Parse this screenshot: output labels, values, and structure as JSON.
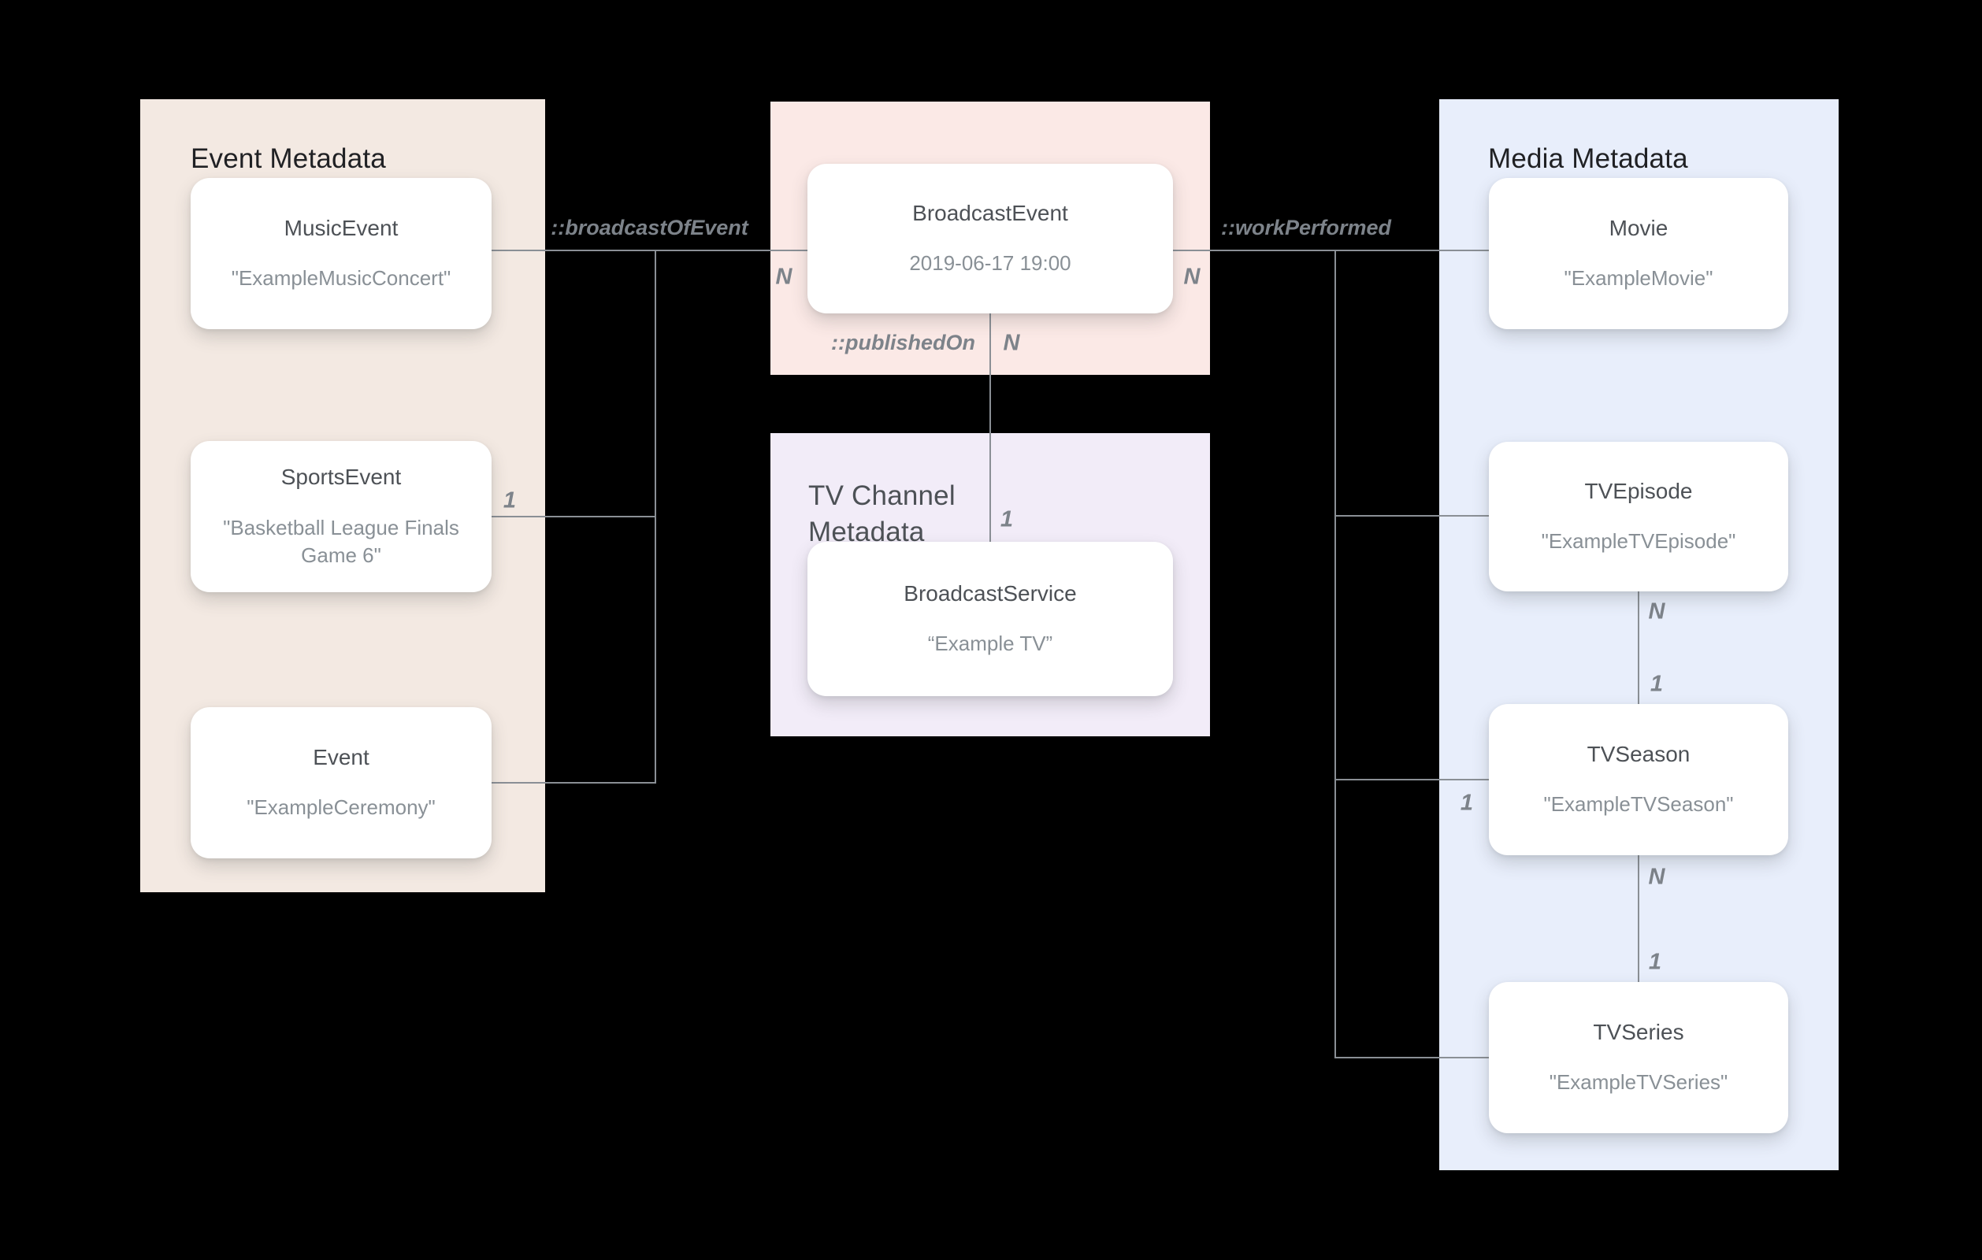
{
  "colors": {
    "canvas-bg": "#000000",
    "panel-event-bg": "#F3E9E2",
    "panel-broadcast-bg": "#FBE9E6",
    "panel-tvchannel-bg": "#F2ECF8",
    "panel-media-bg": "#E8EEFB",
    "card-bg": "#FFFFFF",
    "line": "#8A8F95",
    "title-dark": "#202124",
    "title-medium": "#4D5156",
    "card-title": "#4D5156",
    "card-value": "#899096",
    "label": "#7D838A"
  },
  "panels": {
    "event": {
      "title": "Event Metadata"
    },
    "tv_channel": {
      "title": "TV Channel Metadata"
    },
    "media": {
      "title": "Media Metadata"
    }
  },
  "nodes": {
    "music_event": {
      "name": "MusicEvent",
      "value": "\"ExampleMusicConcert\""
    },
    "sports_event": {
      "name": "SportsEvent",
      "value": "\"Basketball League Finals Game 6\""
    },
    "event": {
      "name": "Event",
      "value": "\"ExampleCeremony\""
    },
    "broadcast_event": {
      "name": "BroadcastEvent",
      "value": "2019-06-17 19:00"
    },
    "broadcast_service": {
      "name": "BroadcastService",
      "value": "“Example TV”"
    },
    "movie": {
      "name": "Movie",
      "value": "\"ExampleMovie\""
    },
    "tv_episode": {
      "name": "TVEpisode",
      "value": "\"ExampleTVEpisode\""
    },
    "tv_season": {
      "name": "TVSeason",
      "value": "\"ExampleTVSeason\""
    },
    "tv_series": {
      "name": "TVSeries",
      "value": "\"ExampleTVSeries\""
    }
  },
  "relations": {
    "broadcast_of_event": {
      "label": "::broadcastOfEvent"
    },
    "published_on": {
      "label": "::publishedOn"
    },
    "work_performed": {
      "label": "::workPerformed"
    }
  },
  "cardinalities": {
    "broadcast_left_n": "N",
    "sports_1": "1",
    "published_on_n": "N",
    "published_on_1": "1",
    "work_right_n": "N",
    "season_stub_1": "1",
    "episode_season_n": "N",
    "episode_season_1": "1",
    "season_series_n": "N",
    "season_series_1": "1"
  }
}
